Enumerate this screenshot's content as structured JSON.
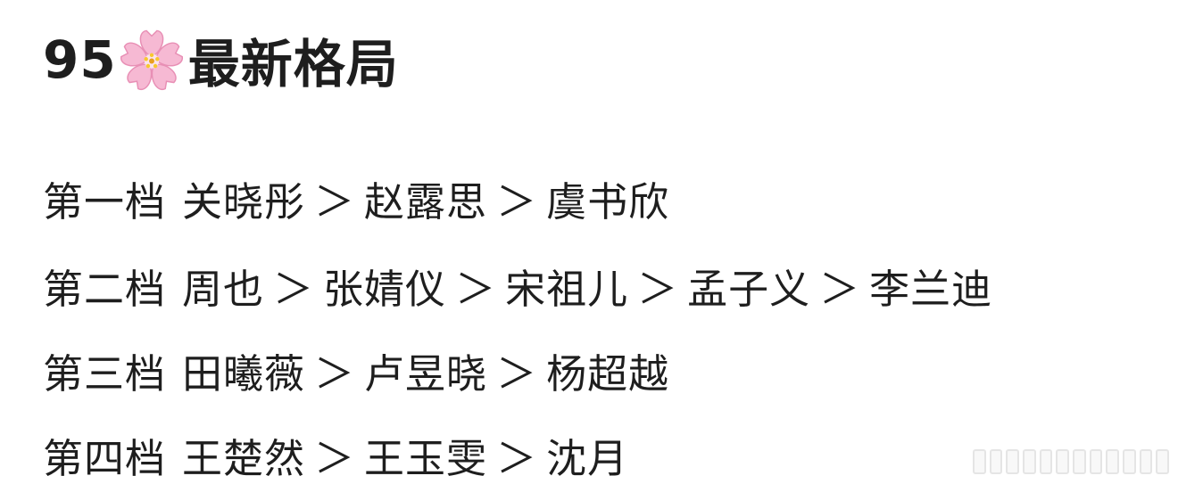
{
  "header": {
    "title_number": "95",
    "title_icon": "cherry-blossom-icon",
    "title_text": "最新格局"
  },
  "tiers": [
    {
      "label": "第一档",
      "names": [
        "关晓彤",
        "赵露思",
        "虞书欣"
      ]
    },
    {
      "label": "第二档",
      "names": [
        "周也",
        "张婧仪",
        "宋祖儿",
        "孟子义",
        "李兰迪"
      ]
    },
    {
      "label": "第三档",
      "names": [
        "田曦薇",
        "卢昱晓",
        "杨超越"
      ]
    },
    {
      "label": "第四档",
      "names": [
        "王楚然",
        "王玉雯",
        "沈月"
      ]
    }
  ],
  "separator": "＞",
  "colors": {
    "text": "#1e1e1e",
    "background": "#ffffff",
    "blossom_petal": "#f6b9d3",
    "blossom_center": "#f7c82e"
  }
}
